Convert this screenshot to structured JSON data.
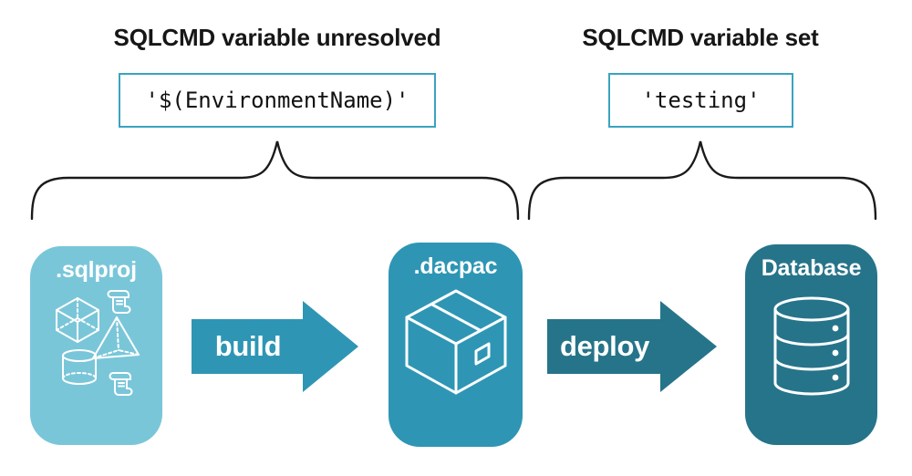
{
  "annotations": {
    "left": {
      "heading": "SQLCMD variable unresolved",
      "code": "'$(EnvironmentName)'"
    },
    "right": {
      "heading": "SQLCMD variable set",
      "code": "'testing'"
    }
  },
  "pipeline": {
    "nodes": [
      {
        "label": ".sqlproj",
        "icon": "sql-project-objects-icon",
        "fill": "#7ac6d9"
      },
      {
        "label": ".dacpac",
        "icon": "package-box-icon",
        "fill": "#2e96b4"
      },
      {
        "label": "Database",
        "icon": "database-cylinder-icon",
        "fill": "#26748a"
      }
    ],
    "arrows": [
      {
        "label": "build",
        "fill": "#2e96b4"
      },
      {
        "label": "deploy",
        "fill": "#26748a"
      }
    ]
  },
  "colors": {
    "background": "#ffffff",
    "code_box_border": "#3aa3c0",
    "code_text": "#111111",
    "heading_text": "#161616",
    "brace_stroke": "#1a1a1a",
    "card_label_text": "#ffffff",
    "icon_stroke": "#ffffff"
  }
}
